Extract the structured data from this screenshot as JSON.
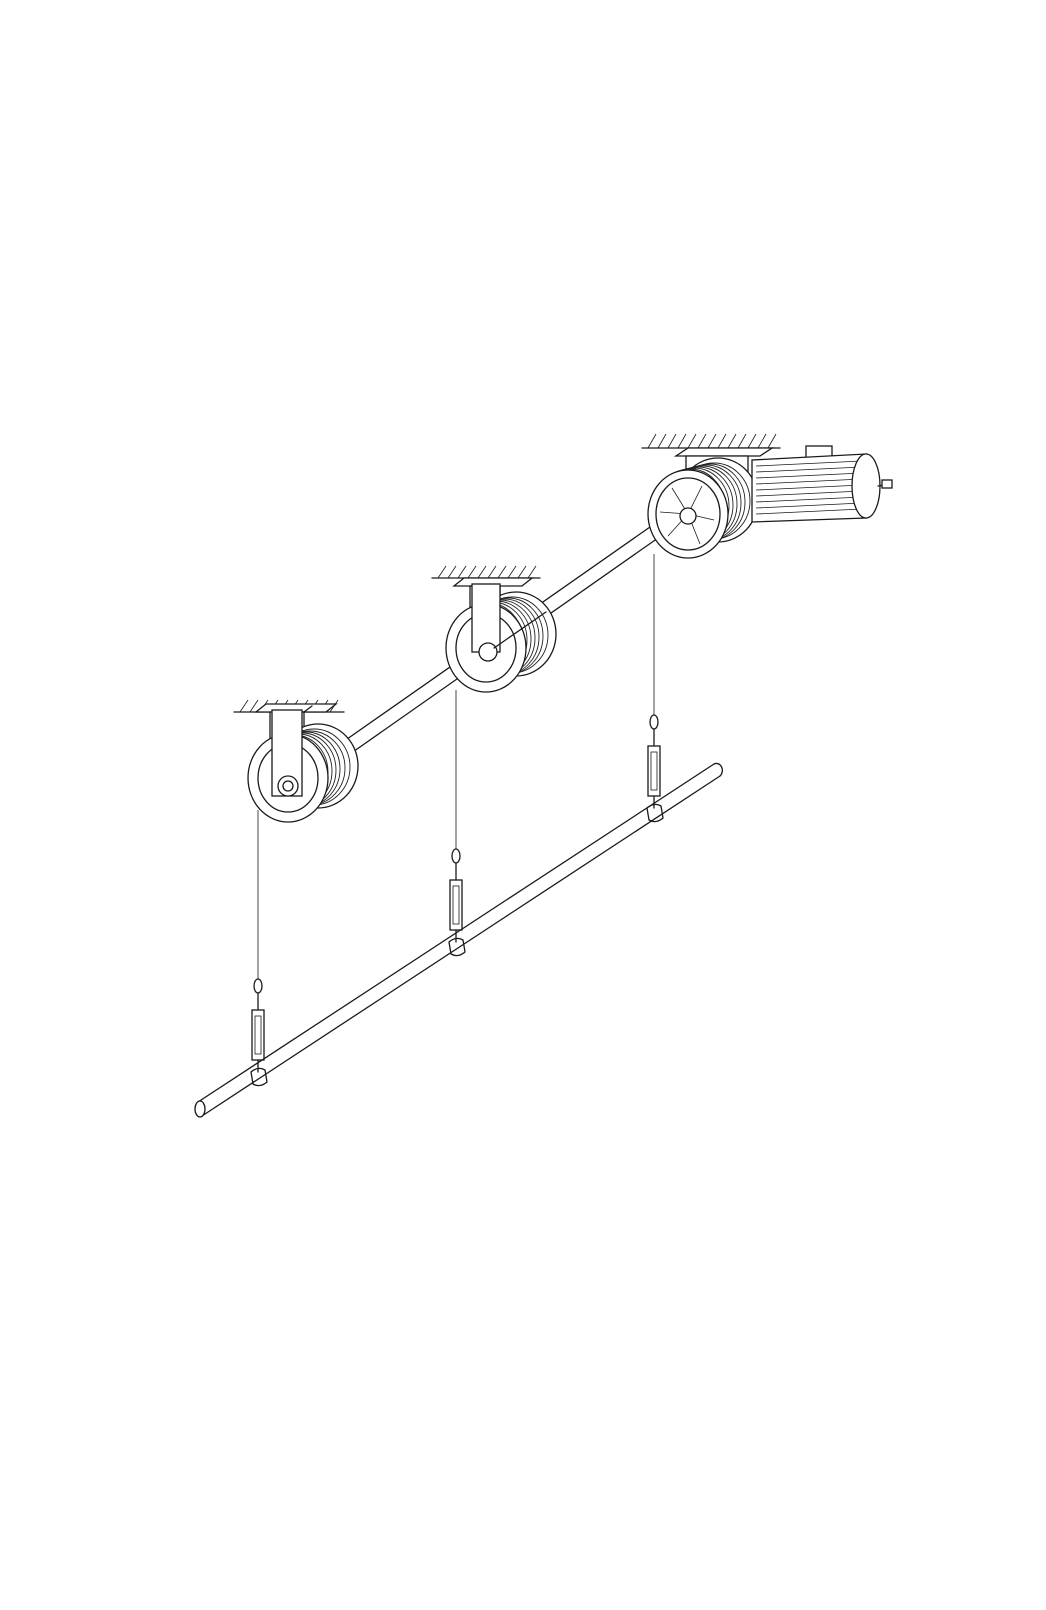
{
  "drawing": {
    "kind": "isometric line drawing",
    "components": {
      "ceiling_mounts": 3,
      "cable_drums": 3,
      "drive_motor": 1,
      "suspension_cables": 3,
      "turnbuckles": 3,
      "lower_bar": 1
    },
    "colors": {
      "background": "#ffffff",
      "line": "#1a1a1a"
    }
  }
}
